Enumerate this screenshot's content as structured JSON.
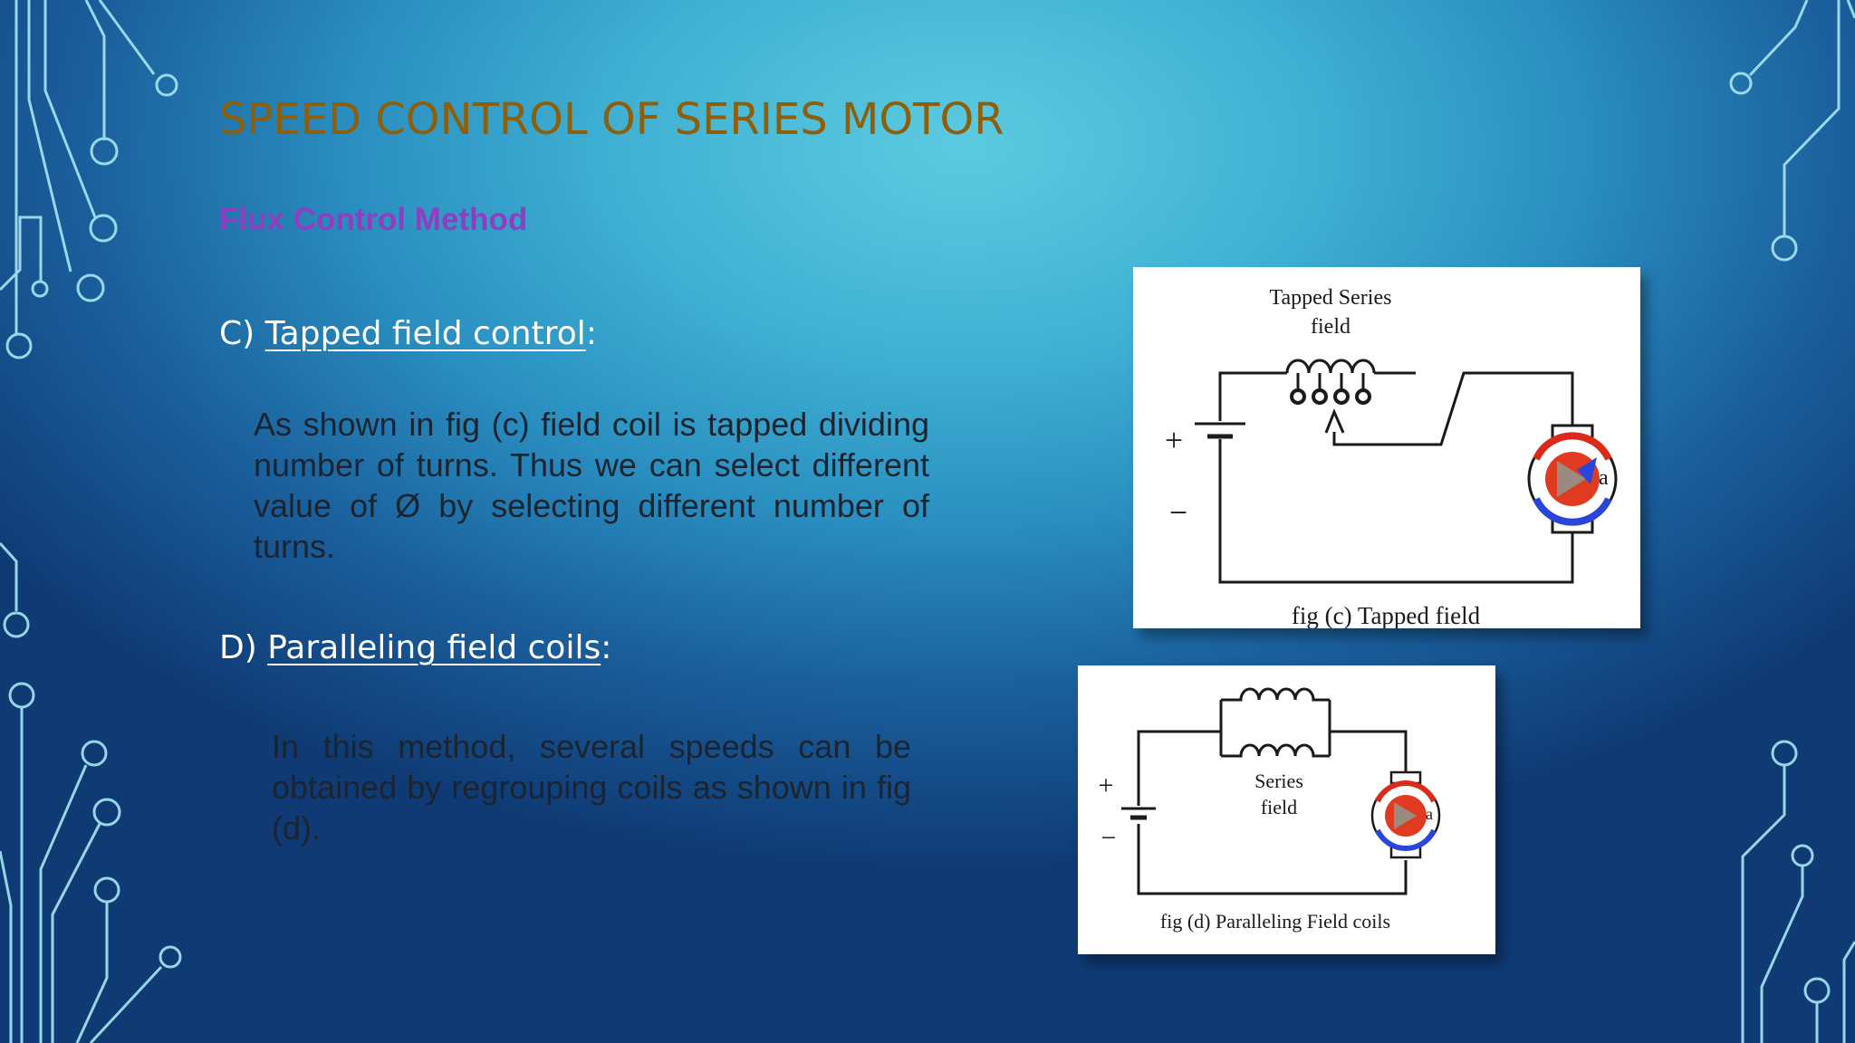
{
  "slide": {
    "title": "SPEED CONTROL OF SERIES MOTOR",
    "subtitle": "Flux Control Method",
    "section_c": {
      "prefix": "C) ",
      "heading": "Tapped field control",
      "suffix": ":",
      "body": "As shown in fig (c) field coil is tapped dividing number of turns. Thus we can select different value of Ø by selecting different number of turns."
    },
    "section_d": {
      "prefix": "D) ",
      "heading": "Paralleling field coils",
      "suffix": ":",
      "body": "In this method, several speeds can be obtained by regrouping coils as shown in fig (d)."
    }
  },
  "figure_c": {
    "label_line1": "Tapped Series",
    "label_line2": "field",
    "plus": "+",
    "minus": "−",
    "motor_label": "a",
    "caption": "fig (c) Tapped field"
  },
  "figure_d": {
    "label_line1": "Series",
    "label_line2": "field",
    "plus": "+",
    "minus": "−",
    "motor_label": "a",
    "caption": "fig (d) Paralleling Field coils"
  },
  "colors": {
    "title": "#8f5e08",
    "subtitle": "#8e3fc0",
    "heading": "#ffffff",
    "body_text": "#1c2430",
    "circuit_lines": "#ade8f4"
  }
}
